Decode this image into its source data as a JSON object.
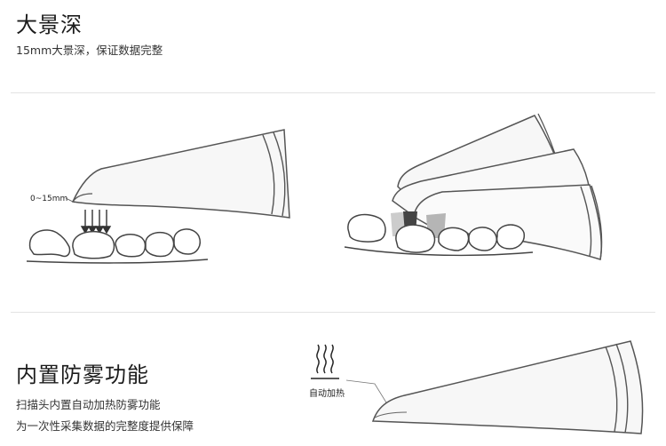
{
  "section1": {
    "title": "大景深",
    "subtitle": "15mm大景深，保证数据完整",
    "diagram_label": "0~15mm"
  },
  "section2": {
    "title": "内置防雾功能",
    "line1": "扫描头内置自动加热防雾功能",
    "line2": "为一次性采集数据的完整度提供保障",
    "heat_label": "自动加热"
  }
}
